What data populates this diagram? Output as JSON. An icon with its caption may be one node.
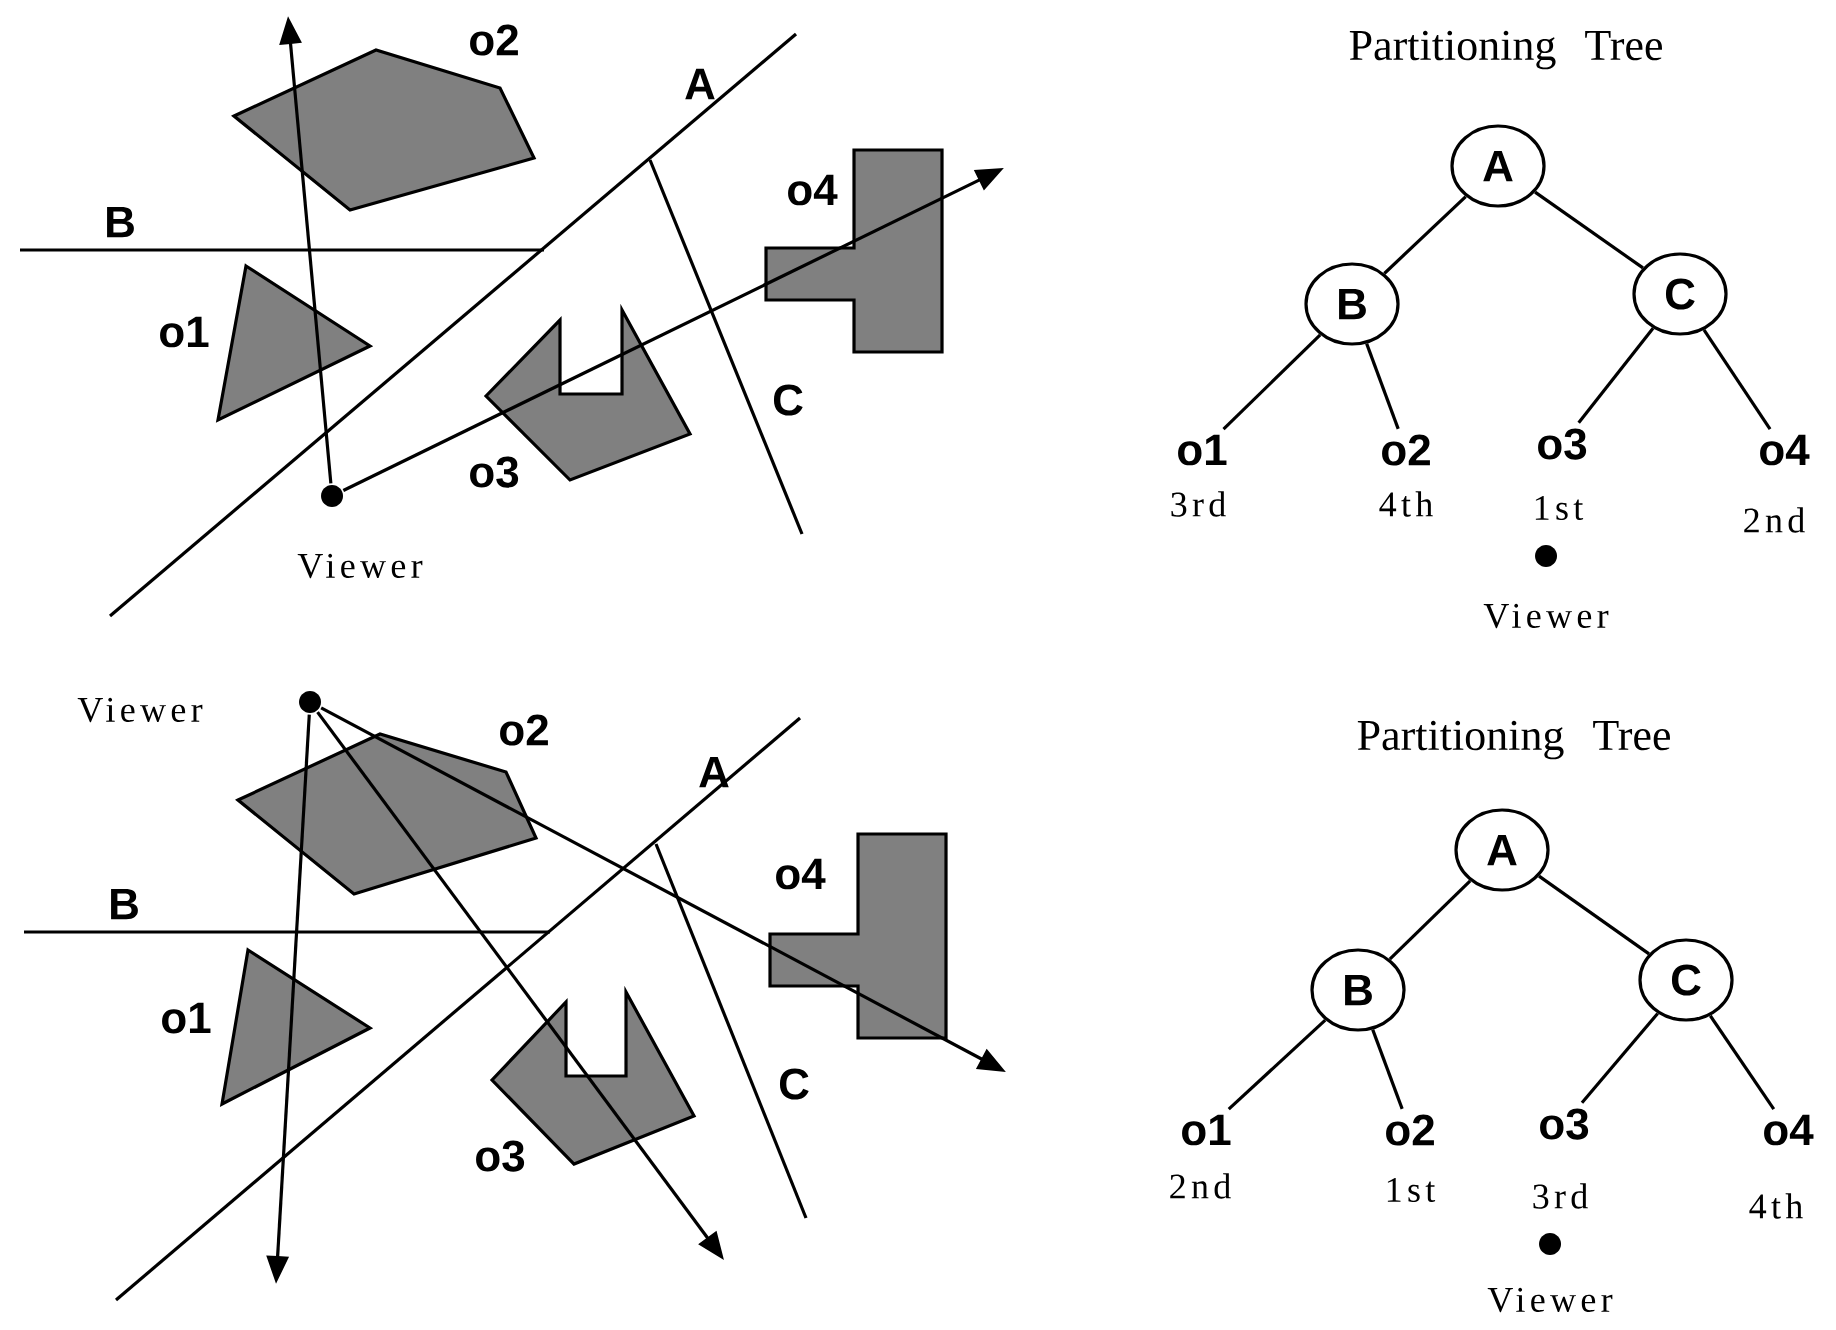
{
  "diagram": {
    "nodes": [
      {
        "text": [],
        "shape": "circle",
        "beside": [
          "Viewer"
        ]
      },
      {
        "text": [
          "A"
        ]
      },
      {
        "text": [
          "B"
        ]
      },
      {
        "text": [
          "C"
        ]
      },
      {
        "text": [
          "o1"
        ],
        "beside": [
          "3rd"
        ]
      },
      {
        "text": [
          "o2"
        ],
        "beside": [
          "4th"
        ]
      },
      {
        "text": [
          "o3"
        ],
        "beside": [
          "1st"
        ]
      },
      {
        "text": [
          "o4"
        ],
        "beside": [
          "2nd"
        ]
      },
      {
        "text": [],
        "shape": "circle",
        "beside": [
          "Viewer"
        ]
      },
      {
        "text": [],
        "shape": "circle",
        "beside": [
          "Viewer"
        ]
      },
      {
        "text": [
          "A"
        ]
      },
      {
        "text": [
          "B"
        ]
      },
      {
        "text": [
          "C"
        ]
      },
      {
        "text": [
          "o1"
        ],
        "beside": [
          "2nd"
        ]
      },
      {
        "text": [
          "o2"
        ],
        "beside": [
          "1st"
        ]
      },
      {
        "text": [
          "o3"
        ],
        "beside": [
          "3rd"
        ]
      },
      {
        "text": [
          "o4"
        ],
        "beside": [
          "4th"
        ]
      },
      {
        "text": [],
        "shape": "circle",
        "beside": [
          "Viewer"
        ]
      }
    ],
    "edges": [
      {
        "from": 0,
        "to": null,
        "arrow": "to"
      },
      {
        "from": 0,
        "to": null,
        "arrow": "to"
      },
      {
        "from": 1,
        "to": 2,
        "arrow": "none"
      },
      {
        "from": 1,
        "to": 3,
        "arrow": "none"
      },
      {
        "from": 2,
        "to": 4,
        "arrow": "none"
      },
      {
        "from": 2,
        "to": 5,
        "arrow": "none"
      },
      {
        "from": 3,
        "to": 6,
        "arrow": "none"
      },
      {
        "from": 3,
        "to": 7,
        "arrow": "none"
      },
      {
        "from": 9,
        "to": null,
        "arrow": "to"
      },
      {
        "from": 9,
        "to": null,
        "arrow": "to"
      },
      {
        "from": 9,
        "to": null,
        "arrow": "to"
      },
      {
        "from": 10,
        "to": 11,
        "arrow": "none"
      },
      {
        "from": 10,
        "to": 12,
        "arrow": "none"
      },
      {
        "from": 11,
        "to": 13,
        "arrow": "none"
      },
      {
        "from": 11,
        "to": 14,
        "arrow": "none"
      },
      {
        "from": 12,
        "to": 15,
        "arrow": "none"
      },
      {
        "from": 12,
        "to": 16,
        "arrow": "none"
      }
    ],
    "labels": [
      "o2",
      "A",
      "o4",
      "B",
      "o1",
      "C",
      "o3",
      "Partitioning Tree",
      "o2",
      "A",
      "o4",
      "B",
      "o1",
      "C",
      "o3",
      "Partitioning Tree"
    ]
  }
}
